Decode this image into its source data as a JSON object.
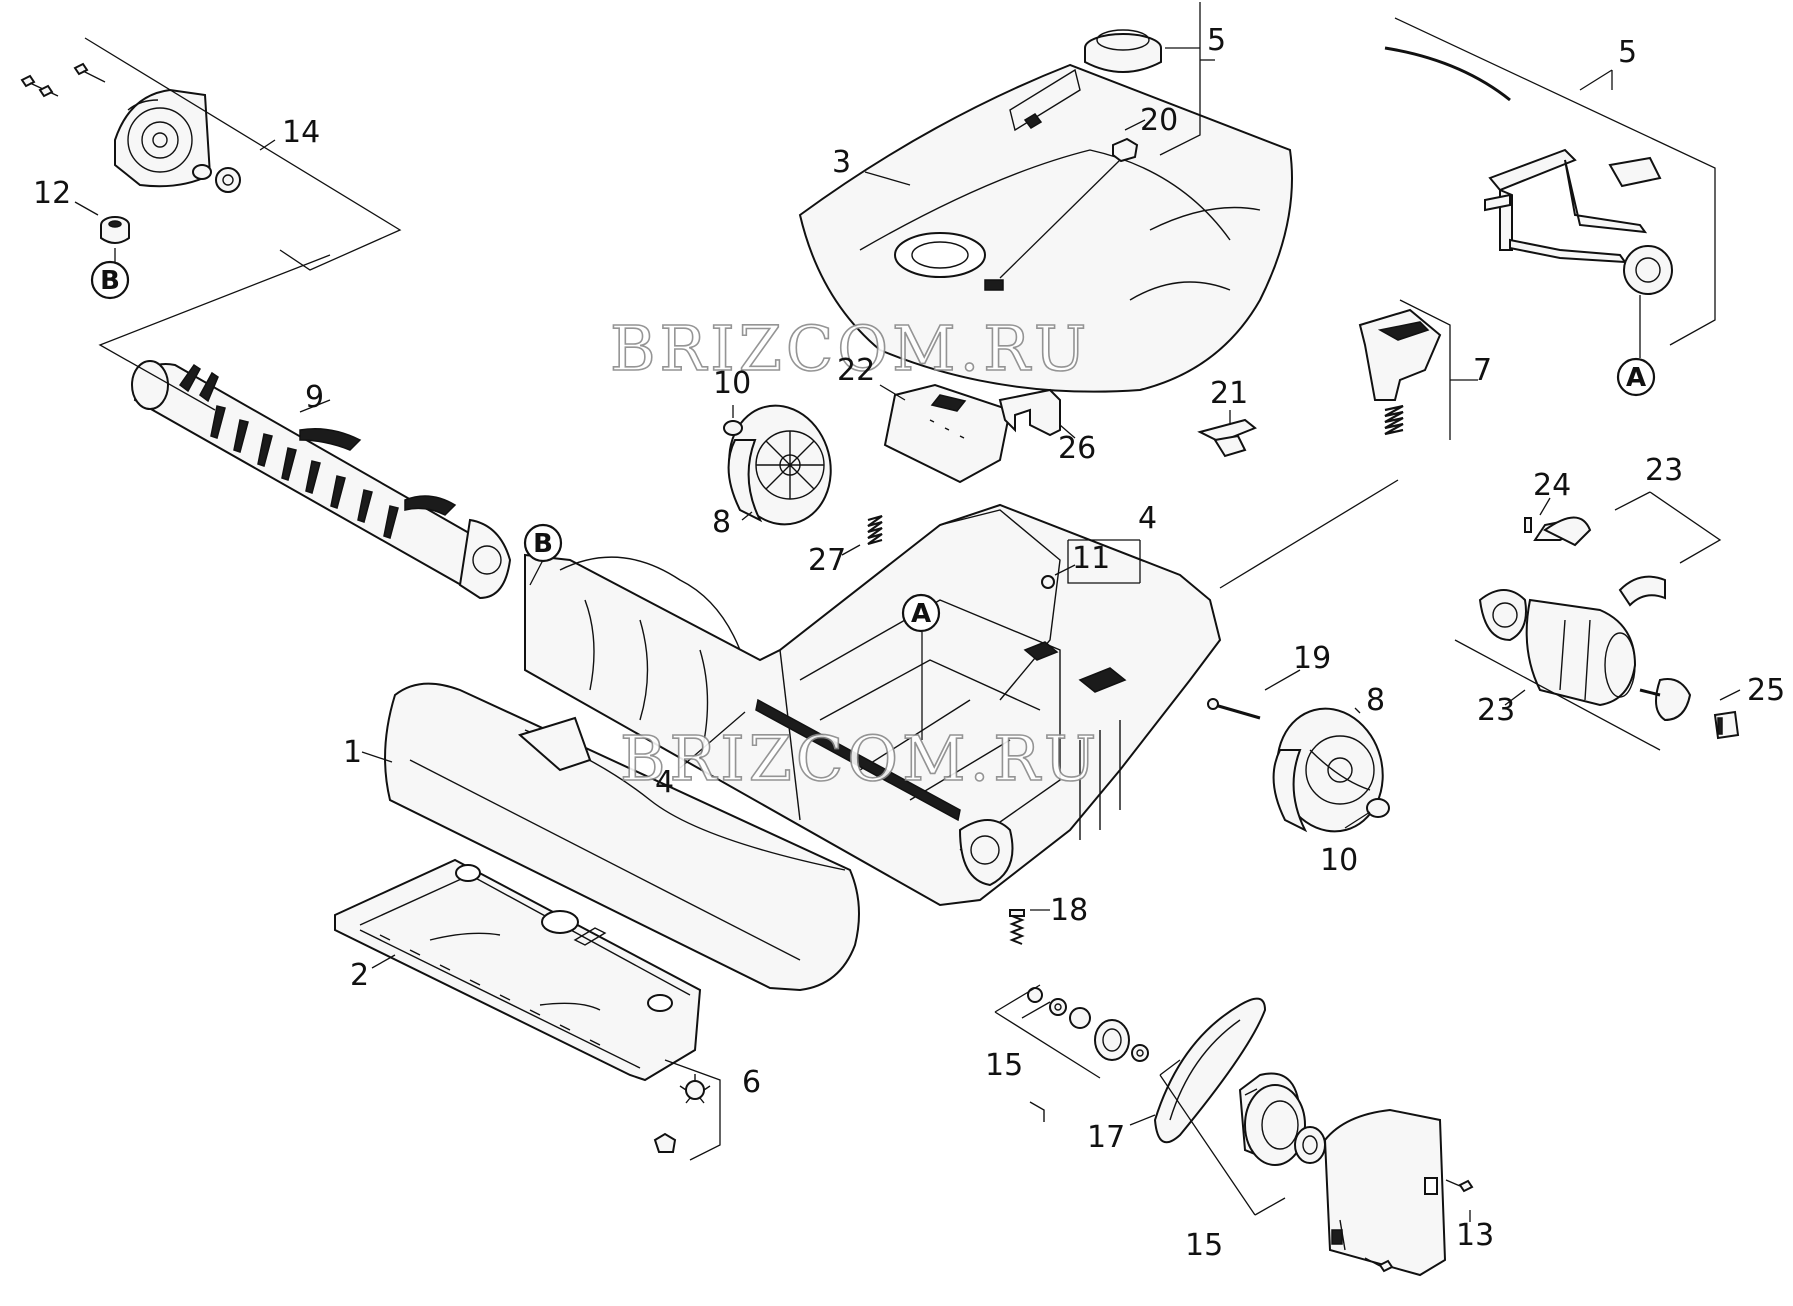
{
  "watermark": "BRIZCOM.RU",
  "refs": {
    "a": "A",
    "b": "B"
  },
  "labels": {
    "l1": "1",
    "l2": "2",
    "l3": "3",
    "l4a": "4",
    "l4b": "4",
    "l5a": "5",
    "l5b": "5",
    "l6": "6",
    "l7": "7",
    "l8a": "8",
    "l8b": "8",
    "l9": "9",
    "l10a": "10",
    "l10b": "10",
    "l11": "11",
    "l12": "12",
    "l13": "13",
    "l14": "14",
    "l15a": "15",
    "l15b": "15",
    "l17": "17",
    "l18": "18",
    "l19": "19",
    "l20": "20",
    "l21": "21",
    "l22": "22",
    "l23a": "23",
    "l23b": "23",
    "l24": "24",
    "l25": "25",
    "l26": "26",
    "l27": "27"
  }
}
